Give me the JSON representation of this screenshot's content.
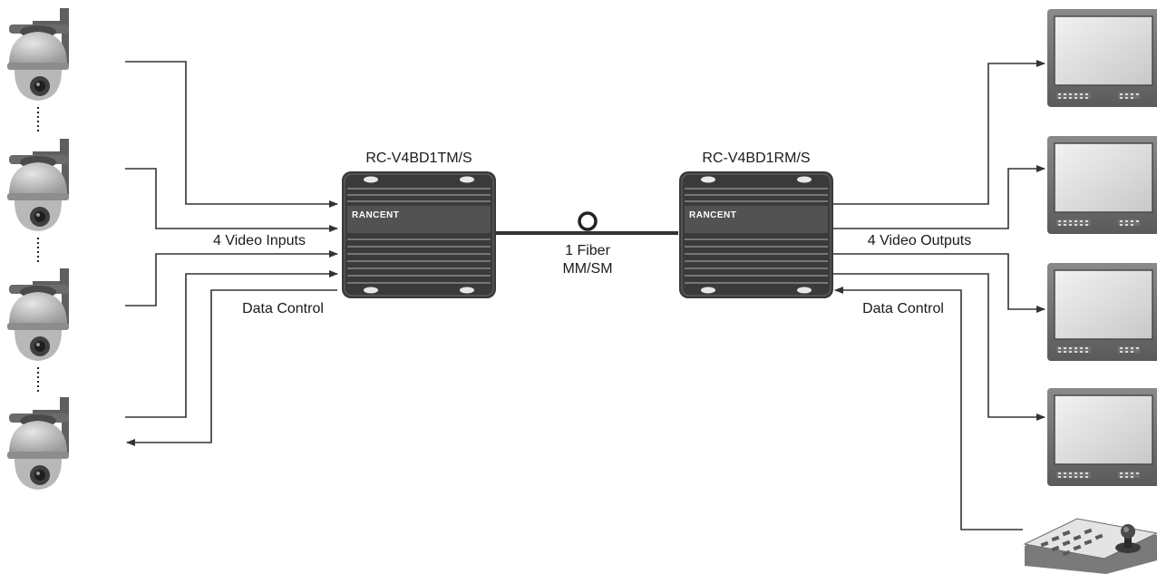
{
  "transmitter": {
    "model": "RC-V4BD1TM/S",
    "brand": "RANCENT"
  },
  "receiver": {
    "model": "RC-V4BD1RM/S",
    "brand": "RANCENT"
  },
  "link": {
    "line1": "1 Fiber",
    "line2": "MM/SM"
  },
  "labels": {
    "video_inputs": "4 Video Inputs",
    "video_outputs": "4 Video Outputs",
    "data_control_left": "Data Control",
    "data_control_right": "Data Control"
  },
  "devices": {
    "cameras": [
      "dome-camera",
      "dome-camera",
      "dome-camera",
      "dome-camera"
    ],
    "monitors": [
      "monitor",
      "monitor",
      "monitor",
      "monitor"
    ],
    "controller": "ptz-keyboard-controller"
  },
  "colors": {
    "device_body": "#3a3a3a",
    "wire": "#333333",
    "camera_dome": "#b5b5b5"
  }
}
